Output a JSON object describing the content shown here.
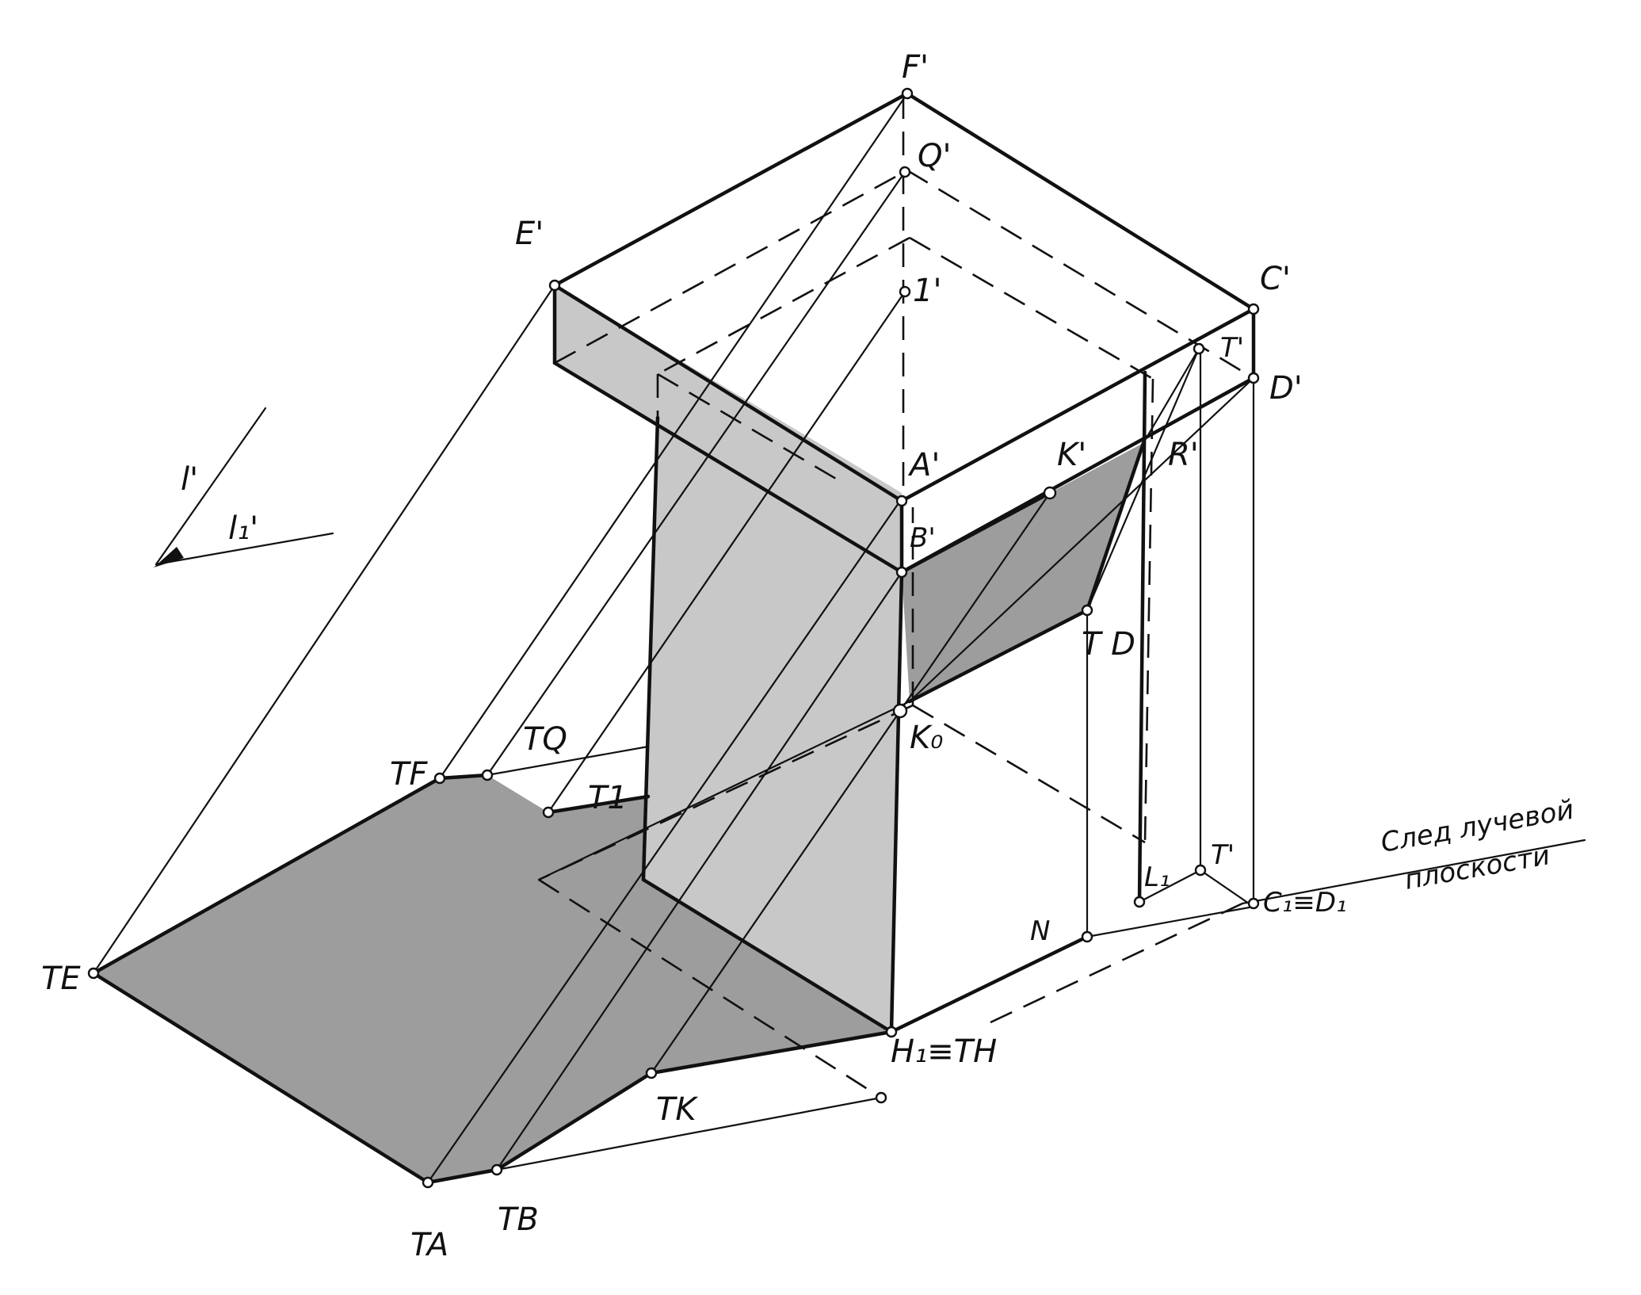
{
  "labels": {
    "F": "F'",
    "Q": "Q'",
    "E": "E'",
    "one": "1'",
    "C": "C'",
    "T_top": "T'",
    "D": "D'",
    "A": "A'",
    "K": "K'",
    "R": "R'",
    "B": "B'",
    "TD": "T D",
    "K0": "K₀",
    "TQ": "TQ",
    "TF": "TF",
    "T1": "T1",
    "TE": "TE",
    "TA": "TA",
    "TB": "TB",
    "TK": "TK",
    "H": "H₁≡TH",
    "N": "N",
    "L": "L₁",
    "T1prime": "T'",
    "C1D1": "C₁≡D₁",
    "l": "l'",
    "l1": "l₁'",
    "trace_line1": "След лучевой",
    "trace_line2": "плоскости"
  },
  "colors": {
    "light_shade": "#c8c8c8",
    "dark_shade": "#9d9d9d",
    "line": "#111111",
    "background": "#ffffff"
  }
}
